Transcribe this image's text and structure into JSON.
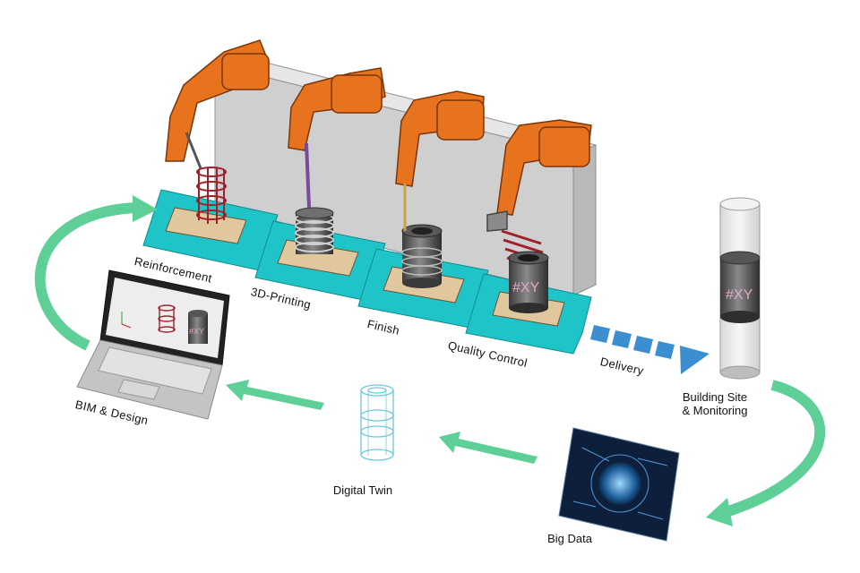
{
  "stations": [
    {
      "label": "Reinforcement"
    },
    {
      "label": "3D-Printing"
    },
    {
      "label": "Finish"
    },
    {
      "label": "Quality Control"
    }
  ],
  "flow": {
    "delivery": "Delivery",
    "building_site_line1": "Building Site",
    "building_site_line2": "& Monitoring",
    "big_data": "Big Data",
    "digital_twin": "Digital Twin",
    "bim_design": "BIM & Design"
  },
  "tag": "#XY",
  "colors": {
    "pallet": "#1fc4c8",
    "robot": "#e8731e",
    "flow_arrow": "#5ecf97",
    "delivery_arrow": "#3b8fd0",
    "wall": "#dcdcdc",
    "rebar": "#a0202a"
  }
}
